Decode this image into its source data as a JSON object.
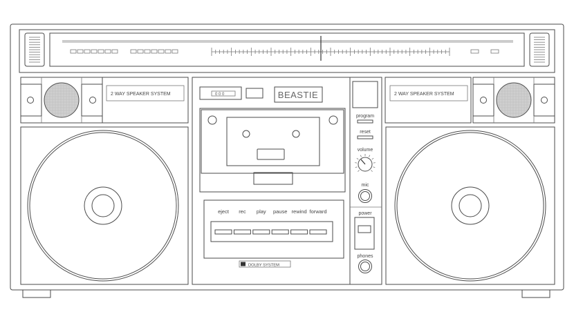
{
  "device": {
    "brand": "BEASTIE",
    "speaker_label_left": "2 WAY SPEAKER SYSTEM",
    "speaker_label_right": "2 WAY SPEAKER SYSTEM",
    "dolby_label": "DOLBY SYSTEM",
    "cassette_counter": "0 0 0"
  },
  "transport": {
    "buttons": [
      {
        "key": "eject",
        "label": "eject"
      },
      {
        "key": "rec",
        "label": "rec"
      },
      {
        "key": "play",
        "label": "play"
      },
      {
        "key": "pause",
        "label": "pause"
      },
      {
        "key": "rewind",
        "label": "rewind"
      },
      {
        "key": "forward",
        "label": "forward"
      }
    ]
  },
  "controls": {
    "program_label": "program",
    "reset_label": "reset",
    "volume_label": "volume",
    "mic_label": "mic",
    "power_label": "power",
    "phones_label": "phones"
  },
  "icons": {
    "dolby": "dolby-double-d-icon",
    "grille": "speaker-grille-icon",
    "knob": "volume-knob-icon",
    "jack": "audio-jack-icon"
  },
  "colors": {
    "line": "#4a4a4a",
    "grille": "#cfcfcf",
    "background": "#ffffff"
  }
}
